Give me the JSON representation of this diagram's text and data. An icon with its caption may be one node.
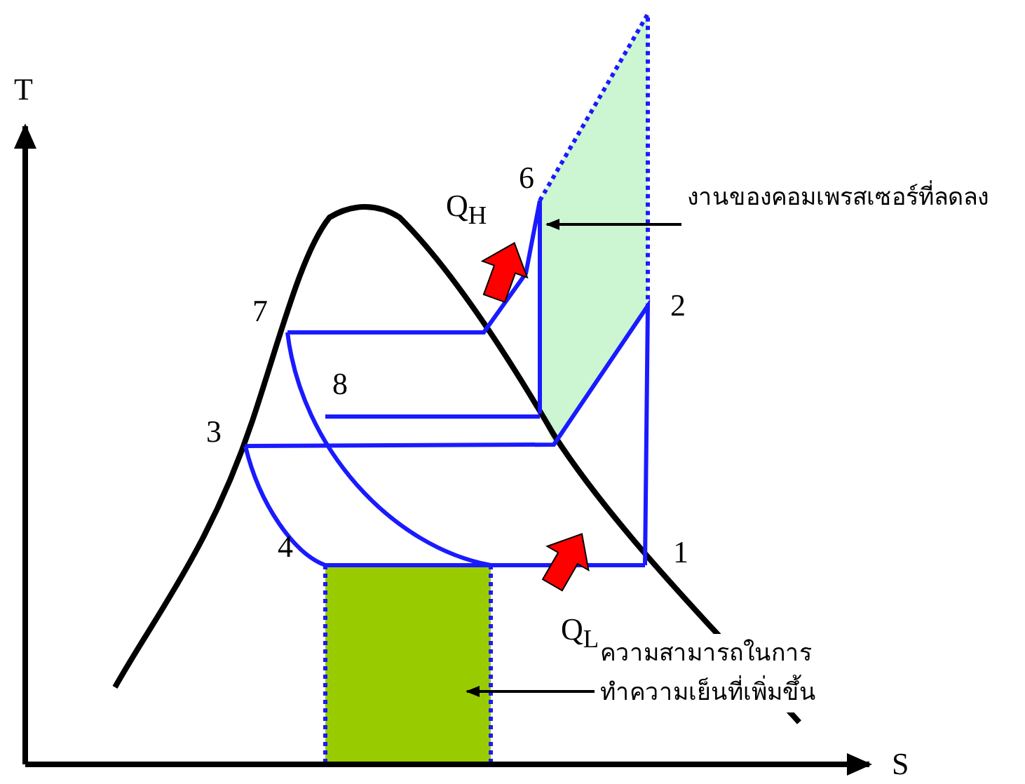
{
  "diagram": {
    "nodes": [
      {
        "text": [
          "งานของคอมเพรสเซอร์ที่ลดลง"
        ]
      },
      {
        "text": [],
        "shape": "box"
      },
      {
        "text": [
          "ความสามารถในการทำความเย็นที่เพิ่มขึ้น"
        ]
      },
      {
        "text": [],
        "shape": "box"
      }
    ],
    "edges": [
      {
        "from": 0,
        "to": 1,
        "arrow": "to"
      },
      {
        "from": 2,
        "to": 3,
        "arrow": "to"
      }
    ],
    "labels": [
      "T",
      "6",
      "Q$_{H}$",
      "2",
      "7",
      "8",
      "3",
      "1",
      "4",
      "Q$_{L}$",
      "S"
    ]
  }
}
